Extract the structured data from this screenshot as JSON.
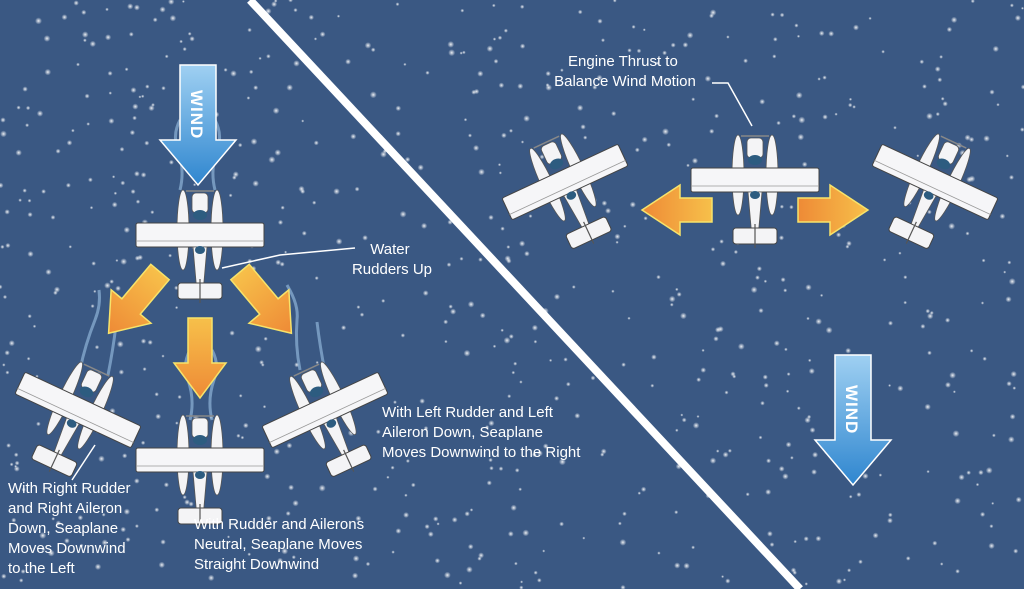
{
  "wind_label": "WIND",
  "labels": {
    "water_rudders": [
      "Water",
      "Rudders Up"
    ],
    "right_rudder": [
      "With Right Rudder",
      "and Right Aileron",
      "Down, Seaplane",
      "Moves Downwind",
      "to the Left"
    ],
    "neutral": [
      "With Rudder and Ailerons",
      "Neutral, Seaplane Moves",
      "Straight Downwind"
    ],
    "left_rudder": [
      "With Left Rudder and Left",
      "Aileron Down, Seaplane",
      "Moves Downwind to the Right"
    ],
    "engine_thrust": [
      "Engine Thrust to",
      "Balance Wind Motion"
    ]
  },
  "colors": {
    "water": "#3a5883",
    "arrow_orange": "#f0923a",
    "arrow_yellow": "#f7d24a",
    "wind_blue": "#5aa6df",
    "divider": "#ffffff"
  }
}
